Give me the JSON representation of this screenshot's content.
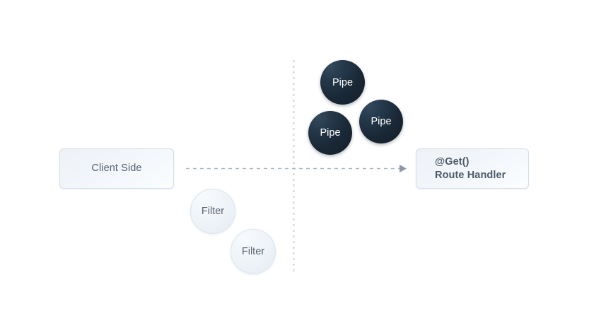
{
  "diagram": {
    "title_hidden": "",
    "background": "#ffffff",
    "boxes": [
      {
        "id": "client",
        "label": "Client Side"
      },
      {
        "id": "handler",
        "line1": "@Get()",
        "line2": "Route Handler"
      }
    ],
    "pipes": [
      {
        "label": "Pipe"
      },
      {
        "label": "Pipe"
      },
      {
        "label": "Pipe"
      }
    ],
    "filters": [
      {
        "label": "Filter"
      },
      {
        "label": "Filter"
      }
    ],
    "colors": {
      "pipe_fill": "#1a2836",
      "pipe_text": "#ffffff",
      "filter_fill": "#eef3f8",
      "filter_text": "#586472",
      "box_fill": "#f0f4f9",
      "box_border": "#d6dee8",
      "box_text": "#55606e",
      "dash_line": "#c3ccd8",
      "arrow": "#8c98a8"
    }
  }
}
